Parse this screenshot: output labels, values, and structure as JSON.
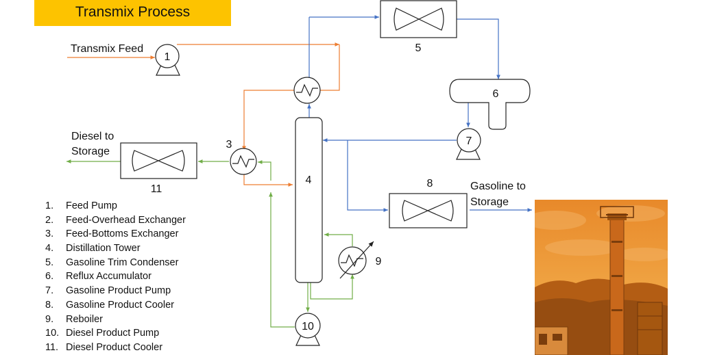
{
  "title": "Transmix Process",
  "labels": {
    "transmix_feed": "Transmix Feed",
    "diesel_to_storage": [
      "Diesel to",
      "Storage"
    ],
    "gasoline_to_storage": [
      "Gasoline to",
      "Storage"
    ]
  },
  "equipment_numbers": {
    "feed_pump": "1",
    "bottoms_exchanger": "3",
    "tower": "4",
    "trim_condenser": "5",
    "accumulator": "6",
    "gasoline_pump": "7",
    "gasoline_cooler": "8",
    "reboiler": "9",
    "diesel_pump": "10",
    "diesel_cooler": "11"
  },
  "legend": [
    {
      "num": "1.",
      "text": "Feed Pump"
    },
    {
      "num": "2.",
      "text": "Feed-Overhead Exchanger"
    },
    {
      "num": "3.",
      "text": "Feed-Bottoms Exchanger"
    },
    {
      "num": "4.",
      "text": "Distillation Tower"
    },
    {
      "num": "5.",
      "text": "Gasoline Trim Condenser"
    },
    {
      "num": "6.",
      "text": "Reflux Accumulator"
    },
    {
      "num": "7.",
      "text": "Gasoline Product Pump"
    },
    {
      "num": "8.",
      "text": "Gasoline Product Cooler"
    },
    {
      "num": "9.",
      "text": "Reboiler"
    },
    {
      "num": "10.",
      "text": "Diesel Product Pump"
    },
    {
      "num": "11.",
      "text": "Diesel Product Cooler"
    }
  ],
  "colors": {
    "banner": "#fdc300",
    "feed_line": "#ed7d31",
    "gasoline_line": "#4472c4",
    "diesel_line": "#70ad47",
    "photo_tint": "#e8892a"
  }
}
